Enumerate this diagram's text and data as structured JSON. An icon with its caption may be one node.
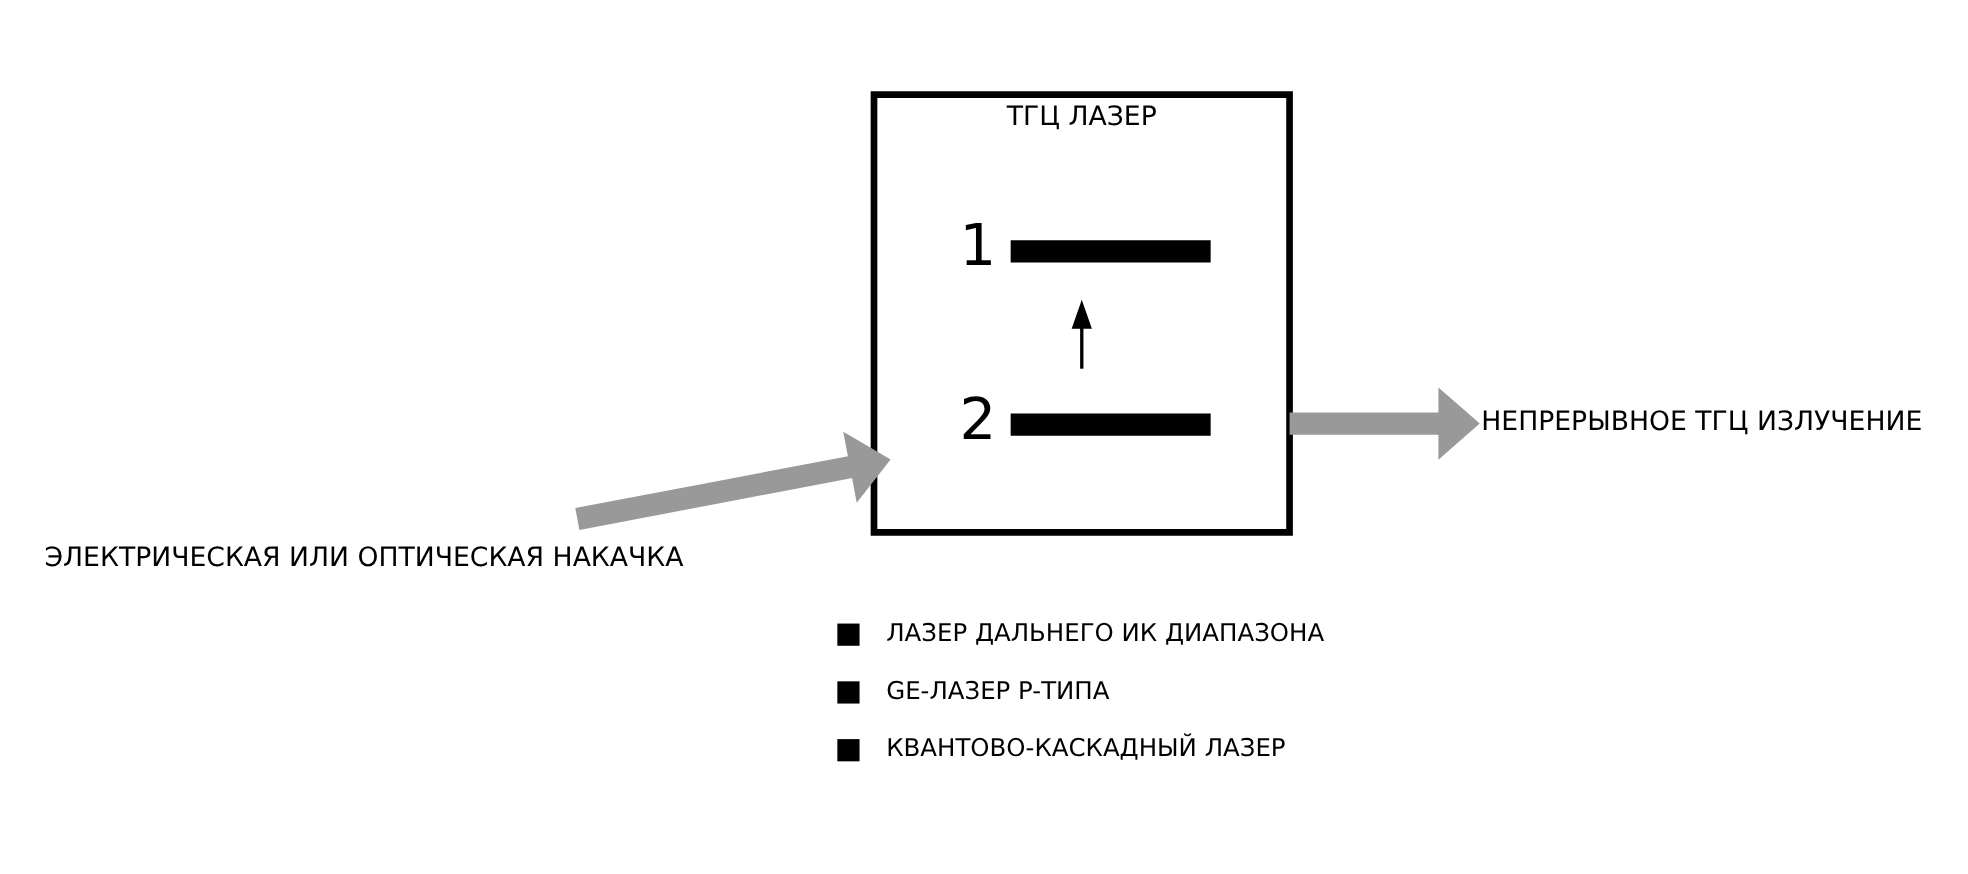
{
  "diagram": {
    "nodes": [
      {
        "text": [
          "ЭЛЕКТРИЧЕСКАЯ ИЛИ ОПТИЧЕСКАЯ НАКАЧКА"
        ]
      },
      {
        "text": [
          "ТГЦ ЛАЗЕР"
        ]
      },
      {
        "text": [
          "2"
        ],
        "in": 1
      },
      {
        "text": [
          "1"
        ],
        "in": 1
      },
      {
        "text": [
          "НЕПРЕРЫВНОЕ ТГЦ ИЗЛУЧЕНИЕ"
        ]
      }
    ],
    "edges": [
      {
        "from": 0,
        "to": 1,
        "arrow": "to"
      },
      {
        "from": 2,
        "to": 3,
        "arrow": "to",
        "color": "#000000"
      },
      {
        "from": 1,
        "to": 4,
        "arrow": "to"
      }
    ],
    "labels": [
      "ЛАЗЕР ДАЛЬНЕГО ИК ДИАПАЗОНА",
      "GE-ЛАЗЕР P-ТИПА",
      "КВАНТОВО-КАСКАДНЫЙ ЛАЗЕР"
    ]
  }
}
